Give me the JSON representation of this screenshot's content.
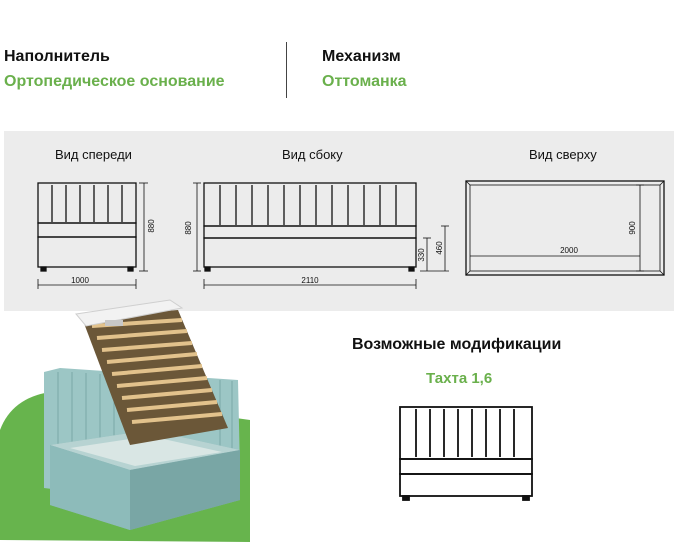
{
  "header": {
    "filler_label": "Наполнитель",
    "filler_value": "Ортопедическое основание",
    "mechanism_label": "Механизм",
    "mechanism_value": "Оттоманка"
  },
  "views": {
    "front": {
      "title": "Вид спереди",
      "width": "1000",
      "height": "880"
    },
    "side": {
      "title": "Вид сбоку",
      "length": "2110",
      "height": "880",
      "base_height": "330",
      "seat_height": "460"
    },
    "top": {
      "title": "Вид сверху",
      "length": "2000",
      "width": "900"
    }
  },
  "modifications": {
    "title": "Возможные модификации",
    "item": "Тахта 1,6"
  },
  "colors": {
    "accent_green": "#6ab04c",
    "panel_gray": "#ececec",
    "bed_upholstery": "#8fbcbc"
  }
}
